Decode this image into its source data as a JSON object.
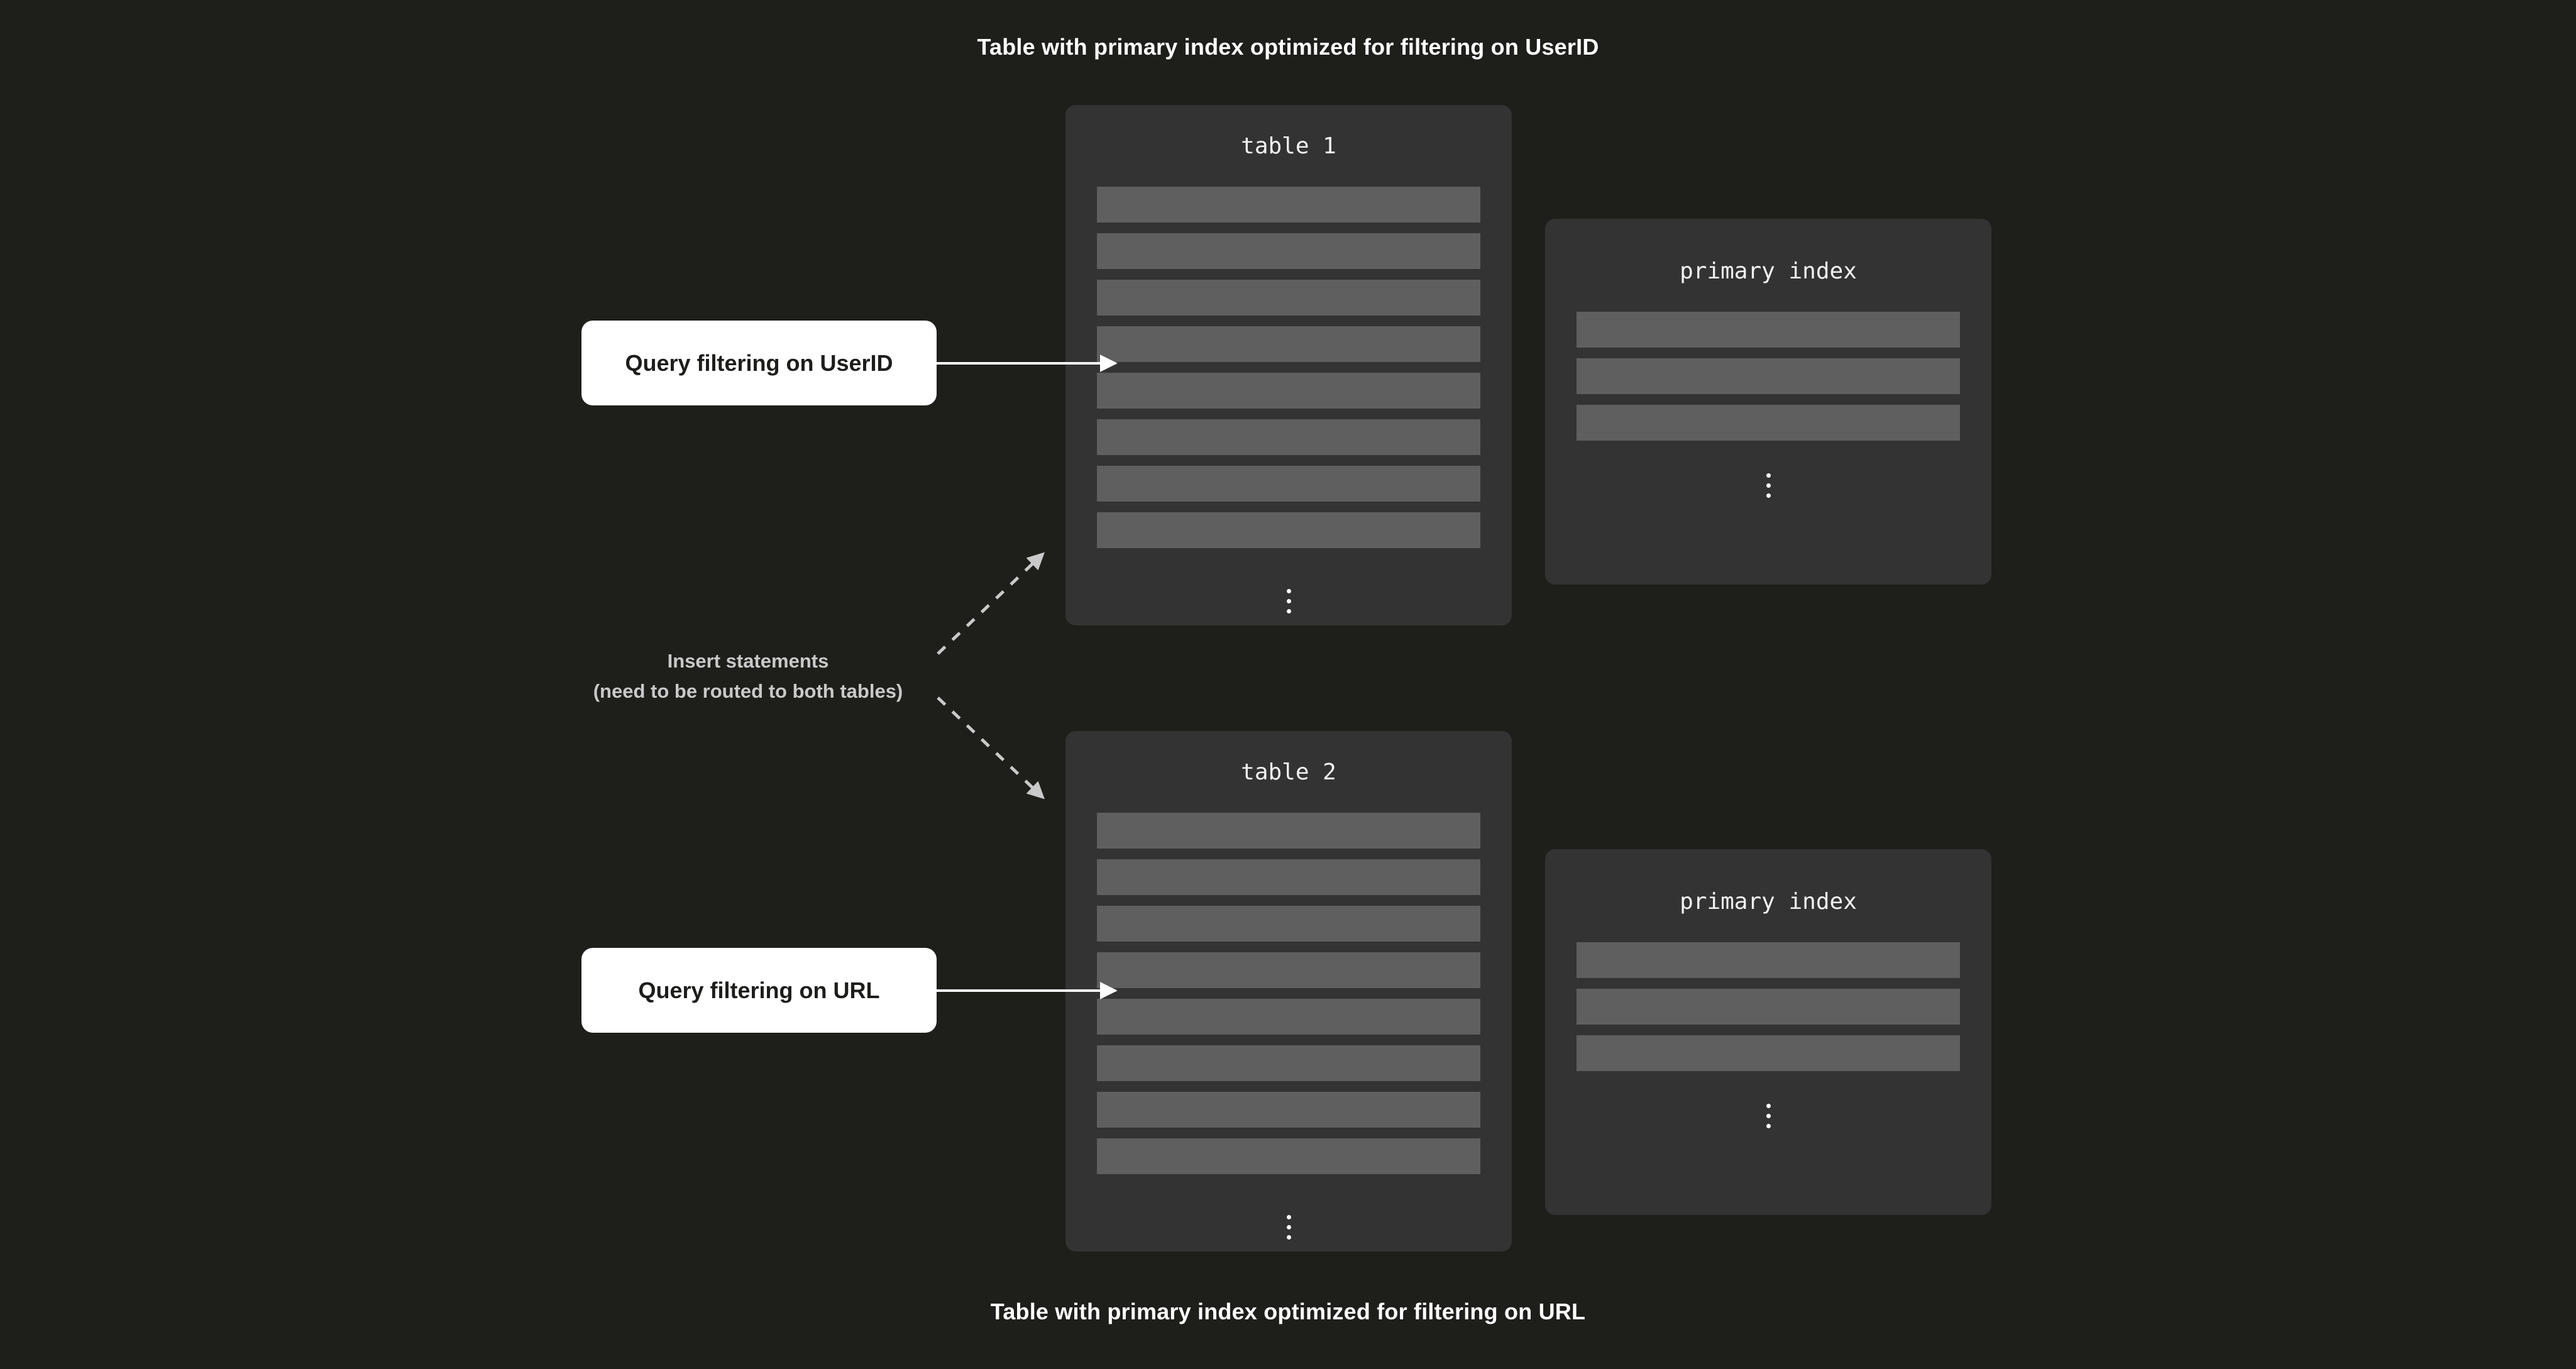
{
  "diagram": {
    "background_color": "#1e1e1b",
    "captions": {
      "top": "Table with primary index optimized for filtering on UserID",
      "bottom": "Table with primary index optimized for filtering on URL"
    },
    "tables": [
      {
        "title": "table 1",
        "row_count": 8,
        "has_ellipsis": true,
        "card_color": "#333333",
        "row_color": "#5f5f5f"
      },
      {
        "title": "table 2",
        "row_count": 8,
        "has_ellipsis": true,
        "card_color": "#333333",
        "row_color": "#5f5f5f"
      }
    ],
    "primary_indexes": [
      {
        "title": "primary index",
        "row_count": 3,
        "has_ellipsis": true,
        "card_color": "#333333",
        "row_color": "#5f5f5f"
      },
      {
        "title": "primary index",
        "row_count": 3,
        "has_ellipsis": true,
        "card_color": "#333333",
        "row_color": "#5f5f5f"
      }
    ],
    "query_boxes": [
      {
        "label": "Query filtering on UserID",
        "box_color": "#ffffff",
        "text_color": "#1d1d1b",
        "target": "table 1"
      },
      {
        "label": "Query filtering on URL",
        "box_color": "#ffffff",
        "text_color": "#1d1d1b",
        "target": "table 2"
      }
    ],
    "insert_label": {
      "line1": "Insert statements",
      "line2": "(need to be routed to both tables)",
      "text_color": "#c9c9c9"
    },
    "connectors": [
      {
        "name": "query-userid-to-table-1",
        "style": "solid",
        "color": "#ffffff",
        "arrowhead": "triangle"
      },
      {
        "name": "query-url-to-table-2",
        "style": "solid",
        "color": "#ffffff",
        "arrowhead": "triangle"
      },
      {
        "name": "insert-to-table-1",
        "style": "dashed",
        "color": "#c9c9c9",
        "arrowhead": "triangle"
      },
      {
        "name": "insert-to-table-2",
        "style": "dashed",
        "color": "#c9c9c9",
        "arrowhead": "triangle"
      }
    ]
  }
}
